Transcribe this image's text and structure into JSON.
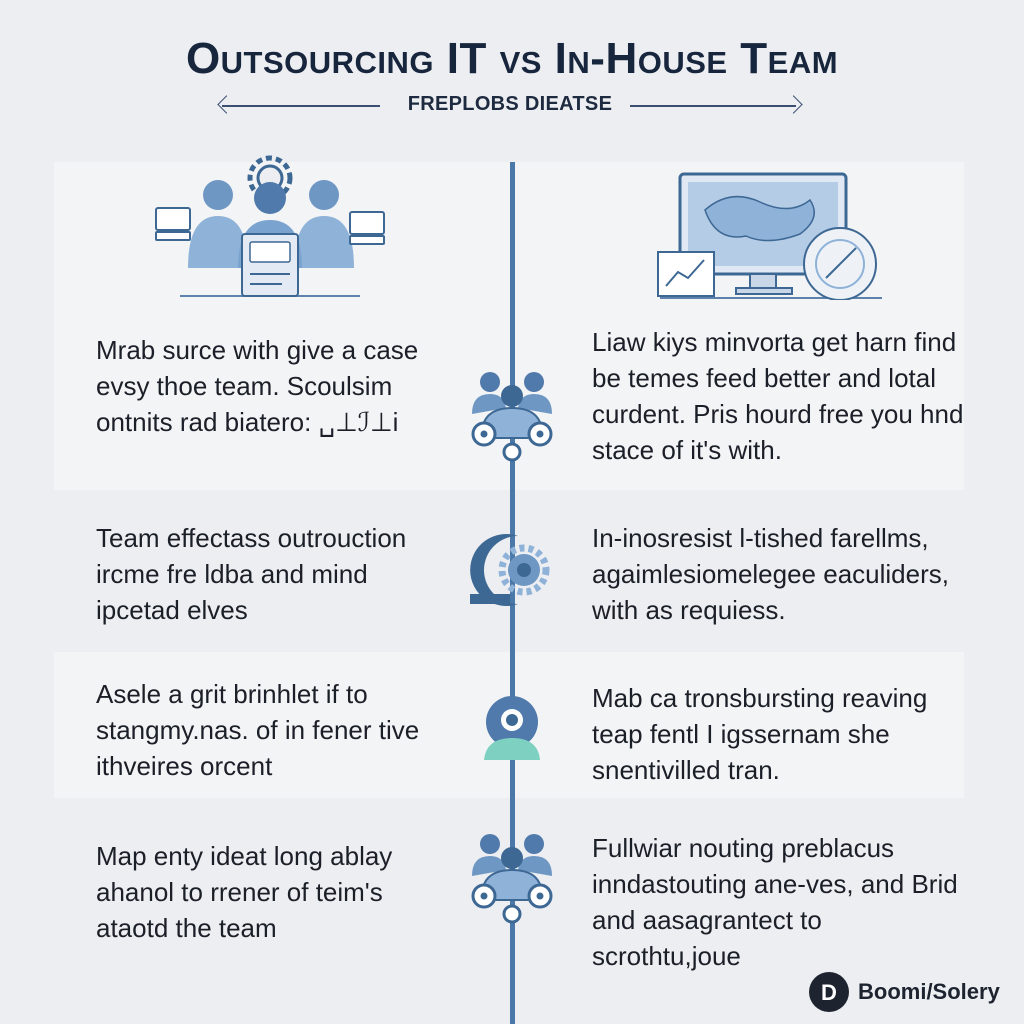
{
  "title": "Outsourcing IT vs In-House Team",
  "subtitle": "FREPLOBS DIEATSE",
  "colors": {
    "accent": "#4a78a8",
    "icon_fill": "#8fb2d9",
    "icon_dark": "#3e6894",
    "teal": "#7ed1c0",
    "title": "#17253d"
  },
  "left_column": [
    "Mrab surce with give a case evsy thoe team. Scoulsim ontnits rad biatero: ␣⊥ℐ⊥i",
    "Team effectass outrouction ircme fre ldba and mind ipcetad elves",
    "Asele a grit brinhlet if to stangmy.nas. of in fener tive ithveires orcent",
    "Map enty ideat long ablay ahanol to rrener of teim's ataotd the team"
  ],
  "right_column": [
    "Liaw kiys minvorta get harn find be temes feed better and lotal curdent. Pris hourd free you hnd stace of it's with.",
    "In-inosresist l-tished farellms, agaimlesiomelegee eaculiders, with as requiess.",
    "Mab ca tronsbursting reaving teap fentl I igssernam she snentivilled tran.",
    "Fullwiar nouting preblacus inndastouting ane-ves, and Brid and aasagrantect to scrothtu,joue"
  ],
  "brand": {
    "name": "Boomi/Solery",
    "mark": "D"
  },
  "icons": {
    "left_header": "team-with-gear-icon",
    "right_header": "computer-dashboard-icon",
    "spine_1": "team-network-icon",
    "spine_2": "gear-crescent-icon",
    "spine_3": "person-avatar-icon",
    "spine_4": "team-network-icon"
  }
}
